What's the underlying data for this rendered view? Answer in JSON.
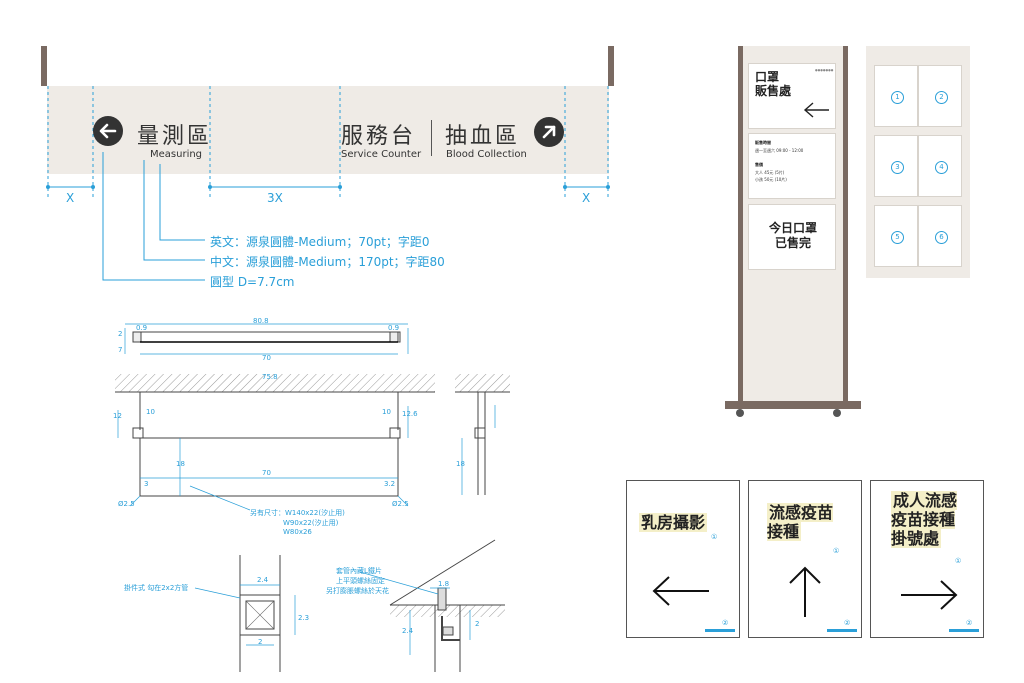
{
  "banner": {
    "zh_left": "量測區",
    "en_left": "Measuring",
    "zh_mid": "服務台",
    "en_mid": "Service Counter",
    "zh_right": "抽血區",
    "en_right": "Blood Collection",
    "dim_x_left": "X",
    "dim_3x": "3X",
    "dim_x_right": "X"
  },
  "callouts": {
    "en_font": "英文：源泉圓體-Medium；70pt；字距0",
    "zh_font": "中文：源泉圓體-Medium；170pt；字距80",
    "circle": "圓型 D=7.7cm"
  },
  "drawing": {
    "top_total": "80.8",
    "top_inner": "70",
    "top_l": "0.9",
    "top_r": "0.9",
    "side_a": "7",
    "side_b": "2",
    "ceiling_dim": "75.8",
    "front_inner": "70",
    "h_left": "12",
    "h_left_in": "10",
    "h_right": "10",
    "h_right_out": "12.6",
    "body_h": "18",
    "corner_l": "3",
    "corner_r": "3.2",
    "phi_l": "Ø2.5",
    "phi_r": "Ø2.5",
    "side_body": "18",
    "other_sizes_1": "另有尺寸：W140x22(汐止用)",
    "other_sizes_2": "W90x22(汐止用)",
    "other_sizes_3": "W80x26",
    "hang_note": "掛件式 勾在2x2方管",
    "bolt_note_1": "套管內藏L鐵片",
    "bolt_note_2": "上平頭螺絲固定",
    "bolt_note_3": "另打膨脹螺絲於天花",
    "tube_w": "2.4",
    "tube_h": "2.3",
    "tube_in": "2",
    "bolt_w": "1.8",
    "bolt_h": "2.4",
    "bolt_s": "2"
  },
  "stand": {
    "p1_title": "口罩\n販售處",
    "p1_small": "●●●●●●●",
    "p2_head": "販售時間",
    "p2_time": "週一至週六 09:00 - 12:00",
    "p2_head2": "售價",
    "p2_price1": "大人 45元 (5片)",
    "p2_price2": "小孩 50元 (10片)",
    "p3_title": "今日口罩\n已售完"
  },
  "grid": {
    "cells": [
      "1",
      "2",
      "3",
      "4",
      "5",
      "6"
    ]
  },
  "signs": [
    {
      "title": "乳房攝影",
      "num": "①",
      "foot": "②"
    },
    {
      "title": "流感疫苗\n接種",
      "num": "①",
      "foot": "②"
    },
    {
      "title": "成人流感\n疫苗接種\n掛號處",
      "num": "①",
      "foot": "②"
    }
  ]
}
